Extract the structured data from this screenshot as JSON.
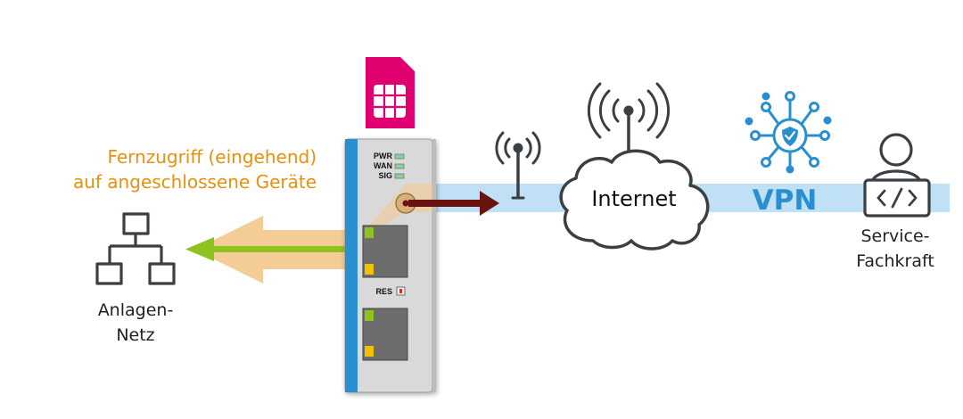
{
  "labels": {
    "remote_access_line1": "Fernzugriff (eingehend)",
    "remote_access_line2": "auf angeschlossene Geräte",
    "plant_network_line1": "Anlagen-",
    "plant_network_line2": "Netz",
    "internet": "Internet",
    "vpn": "VPN",
    "service_line1": "Service-",
    "service_line2": "Fachkraft"
  },
  "router": {
    "leds": [
      "PWR",
      "WAN",
      "SIG"
    ],
    "reset_label": "RES"
  },
  "icons": [
    "sim-card-icon",
    "network-topology-icon",
    "antenna-icon",
    "cloud-icon",
    "vpn-shield-icon",
    "laptop-user-icon"
  ],
  "colors": {
    "sim": "#e0006f",
    "router_accent": "#2a8fd0",
    "orange_text": "#e8900e",
    "vpn_text": "#2a8fd0",
    "tunnel": "#bfe0f5",
    "incoming_arrow": "#f3c68c",
    "green_arrow": "#8dc21f",
    "dark_red_arrow": "#6a1410"
  }
}
